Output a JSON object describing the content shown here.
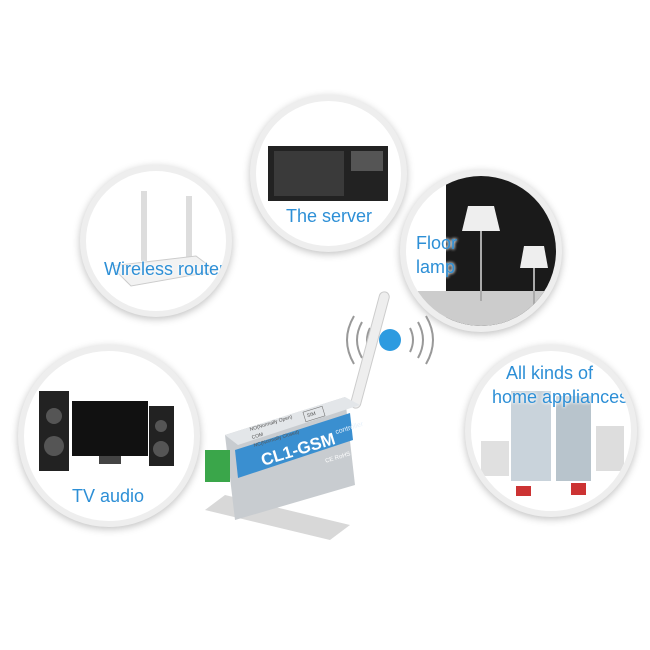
{
  "items": [
    {
      "label": "Wireless router"
    },
    {
      "label": "The server"
    },
    {
      "label": "Floor lamp",
      "line1": "Floor",
      "line2": "lamp"
    },
    {
      "label": "All kinds of home appliances",
      "line1": "All kinds of",
      "line2": "home appliances"
    },
    {
      "label": "TV audio"
    }
  ],
  "device": {
    "model": "CL1-GSM",
    "subtitle": "controller",
    "terminals": [
      "NO(Normally Open)",
      "COM",
      "NC(Normally Closed)"
    ],
    "sim_label": "SIM",
    "marks": "CE RoHS"
  },
  "colors": {
    "label": "#2d8fd6",
    "device_blue": "#3a8fd0",
    "wifi": "#2d9be0"
  }
}
